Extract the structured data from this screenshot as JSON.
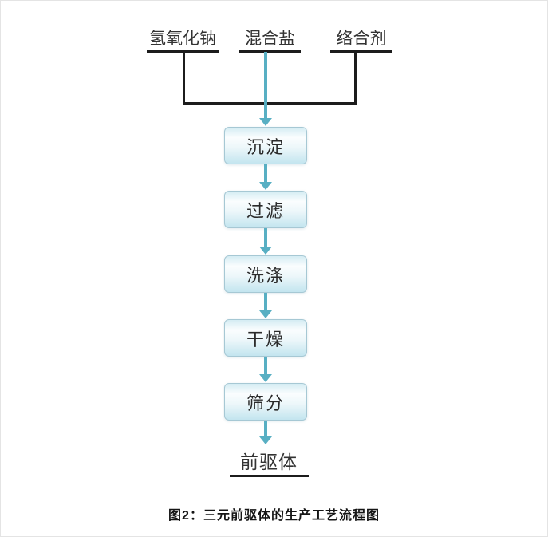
{
  "diagram": {
    "inputs": [
      {
        "label": "氢氧化钠"
      },
      {
        "label": "混合盐"
      },
      {
        "label": "络合剂"
      }
    ],
    "steps": [
      "沉淀",
      "过滤",
      "洗涤",
      "干燥",
      "筛分"
    ],
    "output_label": "前驱体",
    "caption": "图2：三元前驱体的生产工艺流程图",
    "colors": {
      "line": "#1c1c1c",
      "arrow": "#58afc3",
      "box_border": "#a6c8d4",
      "box_fill_top": "#d5ecf3",
      "box_fill_bottom": "#c3e5ef"
    }
  }
}
